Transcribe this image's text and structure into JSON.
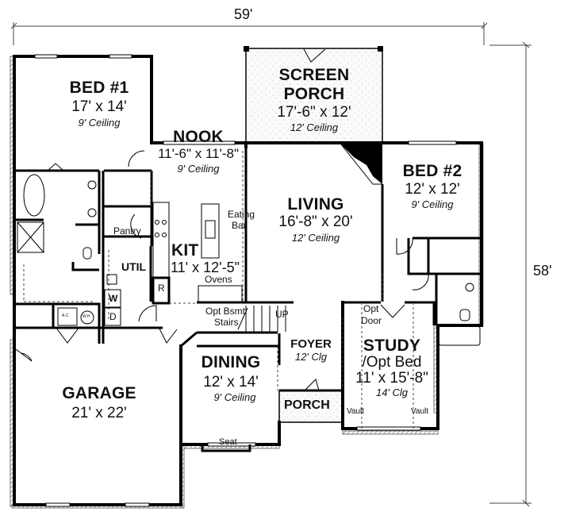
{
  "plan": {
    "overall_width": "59'",
    "overall_depth": "58'"
  },
  "rooms": {
    "bed1": {
      "name": "BED #1",
      "size": "17' x 14'",
      "ceiling": "9' Ceiling"
    },
    "screen_porch": {
      "name_line1": "SCREEN",
      "name_line2": "PORCH",
      "size": "17'-6\" x 12'",
      "ceiling": "12' Ceiling"
    },
    "nook": {
      "name": "NOOK",
      "size": "11'-6\" x 11'-8\"",
      "ceiling": "9' Ceiling"
    },
    "bed2": {
      "name": "BED #2",
      "size": "12' x 12'",
      "ceiling": "9' Ceiling"
    },
    "living": {
      "name": "LIVING",
      "size": "16'-8\" x 20'",
      "ceiling": "12' Ceiling"
    },
    "kitchen": {
      "name": "KIT",
      "size": "11' x 12'-5\""
    },
    "util": {
      "name": "UTIL"
    },
    "garage": {
      "name": "GARAGE",
      "size": "21' x 22'"
    },
    "dining": {
      "name": "DINING",
      "size": "12' x 14'",
      "ceiling": "9' Ceiling"
    },
    "foyer": {
      "name": "FOYER",
      "ceiling": "12' Clg"
    },
    "porch": {
      "name": "PORCH"
    },
    "study": {
      "name": "STUDY",
      "subname": "/Opt Bed",
      "size": "11' x 15'-8\"",
      "ceiling": "14' Clg"
    }
  },
  "annotations": {
    "pantry": "Pantry",
    "eating_bar_1": "Eating",
    "eating_bar_2": "Bar",
    "ovens": "Ovens",
    "range": "R",
    "washer": "W",
    "dryer": "D",
    "ac": "A.C.",
    "water_heater": "W.H.",
    "opt_bsmt_stairs_1": "Opt Bsmt",
    "opt_bsmt_stairs_2": "Stairs",
    "up": "UP",
    "opt_door_1": "Opt",
    "opt_door_2": "Door",
    "vault_left": "Vault",
    "vault_right": "Vault",
    "seat": "Seat"
  }
}
